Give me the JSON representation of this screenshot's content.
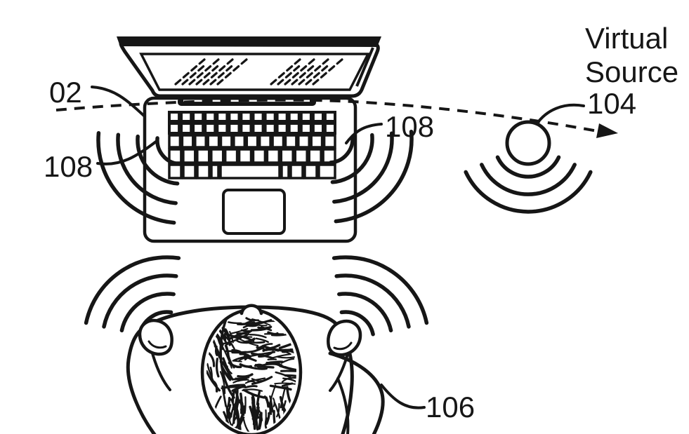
{
  "figure": {
    "background": "#ffffff",
    "ink_color": "#161616",
    "labels": {
      "display": "02",
      "speaker_left": "108",
      "speaker_right": "108",
      "virtual_source_line1": "Virtual",
      "virtual_source_line2": "Source",
      "virtual_source": "104",
      "listener": "106"
    }
  }
}
